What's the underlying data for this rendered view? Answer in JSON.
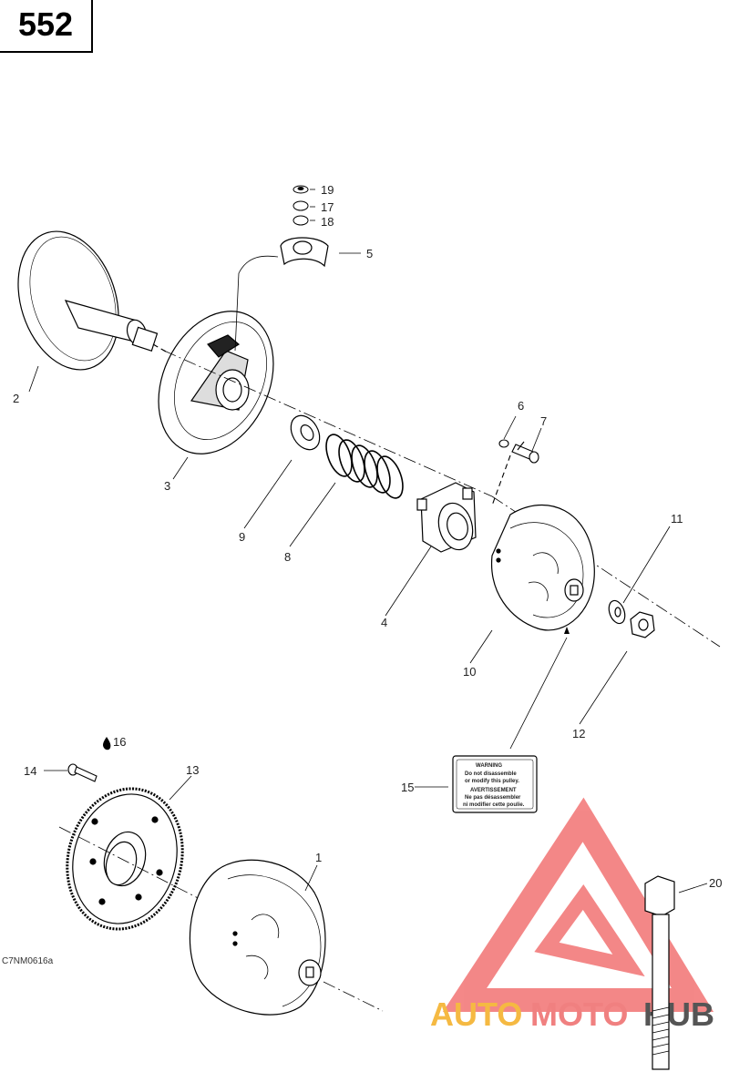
{
  "page": {
    "number": "552"
  },
  "drawing_code": "C7NM0616a",
  "callouts": [
    "1",
    "2",
    "3",
    "4",
    "5",
    "6",
    "7",
    "8",
    "9",
    "10",
    "11",
    "12",
    "13",
    "14",
    "15",
    "16",
    "17",
    "18",
    "19",
    "20"
  ],
  "warning_label": {
    "lines": [
      "WARNING",
      "Do not disassemble",
      "or modify this pulley.",
      "AVERTISSEMENT",
      "Ne pas désassembler",
      "ni modifier cette poulie."
    ]
  },
  "watermark": {
    "part1": "AUTO",
    "part2": "MOTO",
    "part3": "HUB",
    "colors": {
      "auto": "#f5b942",
      "moto": "#f08080",
      "hub": "#555555",
      "logo": "#f06060"
    }
  }
}
